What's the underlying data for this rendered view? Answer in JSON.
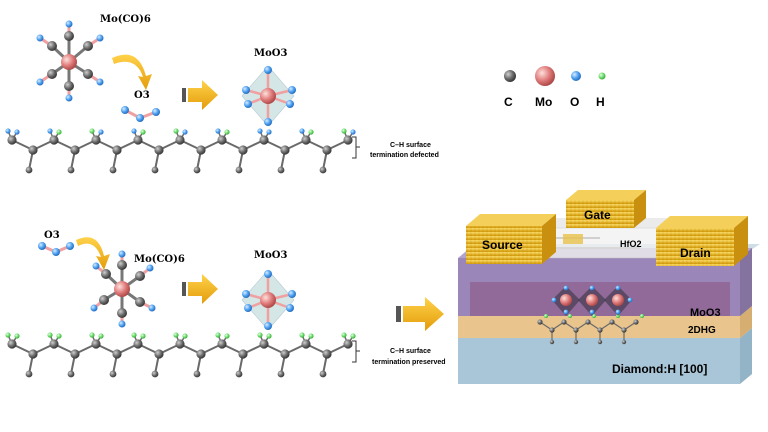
{
  "top_panel": {
    "precursor": "Mo(CO)6",
    "oxidant": "O3",
    "product": "MoO3",
    "annotation_line1": "C–H surface",
    "annotation_line2": "termination defected"
  },
  "bottom_panel": {
    "oxidant": "O3",
    "precursor": "Mo(CO)6",
    "product": "MoO3",
    "annotation_line1": "C–H surface",
    "annotation_line2": "termination preserved"
  },
  "legend": {
    "items": [
      {
        "label": "C",
        "color": "#555555"
      },
      {
        "label": "Mo",
        "color": "#e07a7a"
      },
      {
        "label": "O",
        "color": "#4a9ff0"
      },
      {
        "label": "H",
        "color": "#6cdc6c"
      }
    ]
  },
  "device": {
    "gate": "Gate",
    "source": "Source",
    "drain": "Drain",
    "dielectric": "HfO2",
    "oxide_layer": "MoO3",
    "channel": "2DHG",
    "substrate": "Diamond:H [100]"
  },
  "colors": {
    "electrode_gold": "#e8b316",
    "arrow_yellow": "#f2b51a",
    "moo3_purple": "#9a86b8",
    "channel_tan": "#e9c48c",
    "substrate_blue": "#a9c6d8"
  }
}
